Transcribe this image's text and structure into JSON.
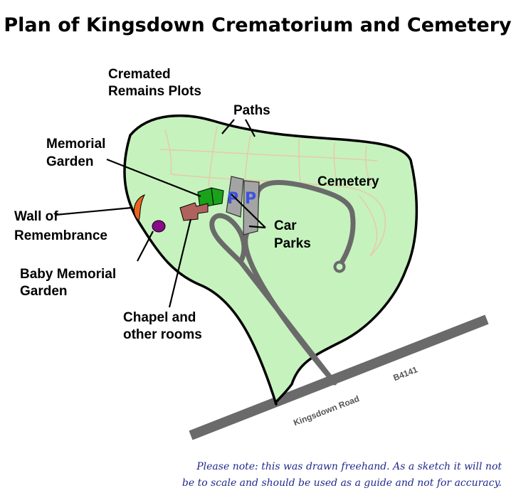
{
  "title": "Plan of Kingsdown Crematorium and Cemetery",
  "labels": {
    "cremated_line1": "Cremated",
    "cremated_line2": "Remains Plots",
    "paths": "Paths",
    "memorial_line1": "Memorial",
    "memorial_line2": "Garden",
    "cemetery": "Cemetery",
    "wall_line1": "Wall of",
    "wall_line2": "Remembrance",
    "car_line1": "Car",
    "car_line2": "Parks",
    "baby_line1": "Baby Memorial",
    "baby_line2": "Garden",
    "chapel_line1": "Chapel and",
    "chapel_line2": "other rooms"
  },
  "parking": {
    "left": "P",
    "right": "P"
  },
  "road": {
    "name": "Kingsdown Road",
    "number": "B4141"
  },
  "note": {
    "line1": "Please note:  this was drawn freehand.  As a sketch it will not",
    "line2": "be to scale and should be used as a guide and not for accuracy."
  },
  "colors": {
    "grounds": "#c6f2be",
    "road": "#6a6a6a",
    "memorial_garden": "#1aa31a",
    "chapel": "#b0625c",
    "wall_of_remembrance": "#e8641e",
    "baby_garden": "#8a0a8a",
    "car_park": "#a4a4a4",
    "paths": "#e8c8a8",
    "parking_letter": "#3f52e0",
    "note_text": "#222a8c"
  }
}
